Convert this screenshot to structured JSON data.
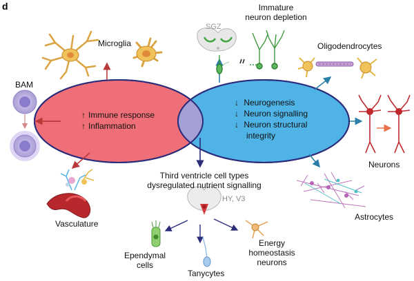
{
  "panel_label": "d",
  "colors": {
    "red_ellipse": "#ef6f78",
    "blue_ellipse": "#4fb3e6",
    "overlap": "#a49fd4",
    "outline": "#2b2c7a",
    "arrow_red": "#b83a3a",
    "arrow_blue": "#2b7fa8",
    "arrow_navy": "#2b2c7a"
  },
  "red_ellipse": {
    "lines": [
      "Immune response",
      "Inflammation"
    ]
  },
  "blue_ellipse": {
    "lines": [
      "Neurogenesis",
      "Neuron signalling",
      "Neuron structural",
      "integrity"
    ]
  },
  "labels": {
    "microglia": "Microglia",
    "bam": "BAM",
    "vasculature": "Vasculature",
    "sgz": "SGZ",
    "immature_1": "Immature",
    "immature_2": "neuron depletion",
    "oligodendrocytes": "Oligodendrocytes",
    "neurons": "Neurons",
    "astrocytes": "Astrocytes",
    "third_1": "Third ventricle cell types",
    "third_2": "dysregulated nutrient signalling",
    "hy_v3": "HY, V3",
    "ependymal_1": "Ependymal",
    "ependymal_2": "cells",
    "tanycytes": "Tanycytes",
    "energy_1": "Energy",
    "energy_2": "homeostasis",
    "energy_3": "neurons"
  },
  "icons": [
    "up-arrow-icon",
    "down-arrow-icon",
    "microglia-cell-icon",
    "bam-macrophage-icon",
    "vessel-icon",
    "brain-section-icon",
    "neuron-icon",
    "oligodendrocyte-icon",
    "astrocyte-icon",
    "ependymal-cell-icon",
    "tanycyte-icon"
  ]
}
